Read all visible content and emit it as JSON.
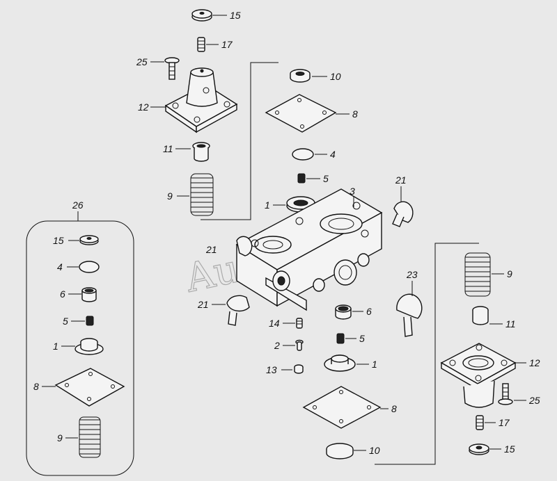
{
  "diagram": {
    "watermark": "AutoSoft",
    "kit_label": "26",
    "callouts": {
      "c15a": "15",
      "c17a": "17",
      "c25a": "25",
      "c12a": "12",
      "c11a": "11",
      "c9a": "9",
      "c10a": "10",
      "c8a": "8",
      "c4a": "4",
      "c5a": "5",
      "c1a": "1",
      "c3": "3",
      "c21a": "21",
      "c21b": "21",
      "c21c": "21",
      "c14": "14",
      "c2": "2",
      "c13": "13",
      "c6a": "6",
      "c5b": "5",
      "c1b": "1",
      "c8b": "8",
      "c10b": "10",
      "c23": "23",
      "c9b": "9",
      "c11b": "11",
      "c12b": "12",
      "c25b": "25",
      "c17b": "17",
      "c15b": "15",
      "k15": "15",
      "k4": "4",
      "k6": "6",
      "k5": "5",
      "k1": "1",
      "k8": "8",
      "k9": "9"
    }
  }
}
